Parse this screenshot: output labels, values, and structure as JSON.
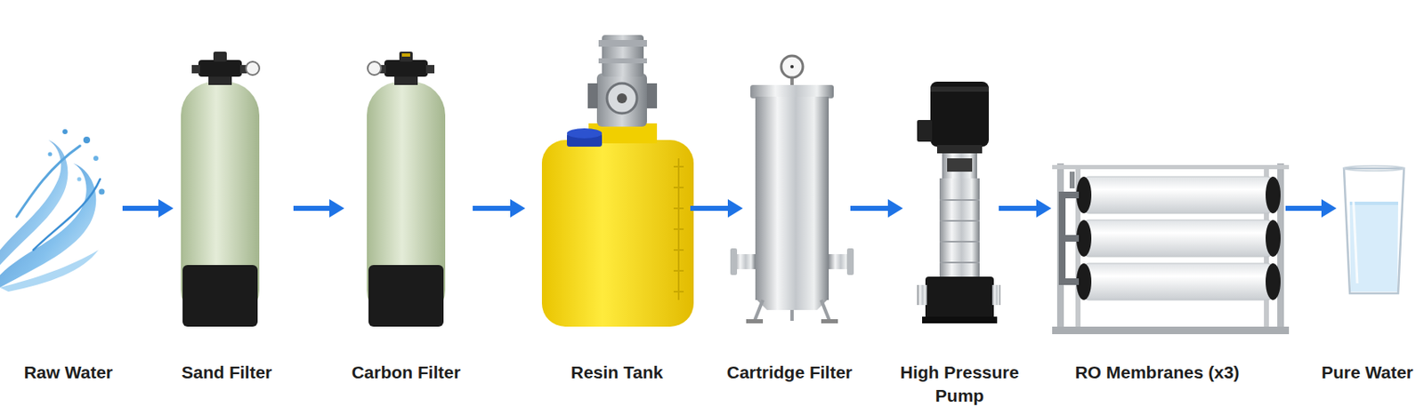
{
  "diagram": {
    "nodes": [
      {
        "text": [
          "Raw Water"
        ]
      },
      {
        "text": [
          "Sand Filter"
        ]
      },
      {
        "text": [
          "Carbon Filter"
        ]
      },
      {
        "text": [
          "Resin Tank"
        ]
      },
      {
        "text": [
          "Cartridge Filter"
        ]
      },
      {
        "text": [
          "High Pressure Pump"
        ]
      },
      {
        "text": [
          "RO Membranes (x3)"
        ]
      },
      {
        "text": [
          "Pure Water"
        ]
      }
    ],
    "edges": [
      {
        "from": 0,
        "to": 1,
        "arrow": "to"
      },
      {
        "from": 1,
        "to": 2,
        "arrow": "to"
      },
      {
        "from": 2,
        "to": 3,
        "arrow": "to"
      },
      {
        "from": 3,
        "to": 4,
        "arrow": "to"
      },
      {
        "from": 4,
        "to": 5,
        "arrow": "to"
      },
      {
        "from": 5,
        "to": 6,
        "arrow": "to"
      },
      {
        "from": 6,
        "to": 7,
        "arrow": "to"
      }
    ]
  }
}
